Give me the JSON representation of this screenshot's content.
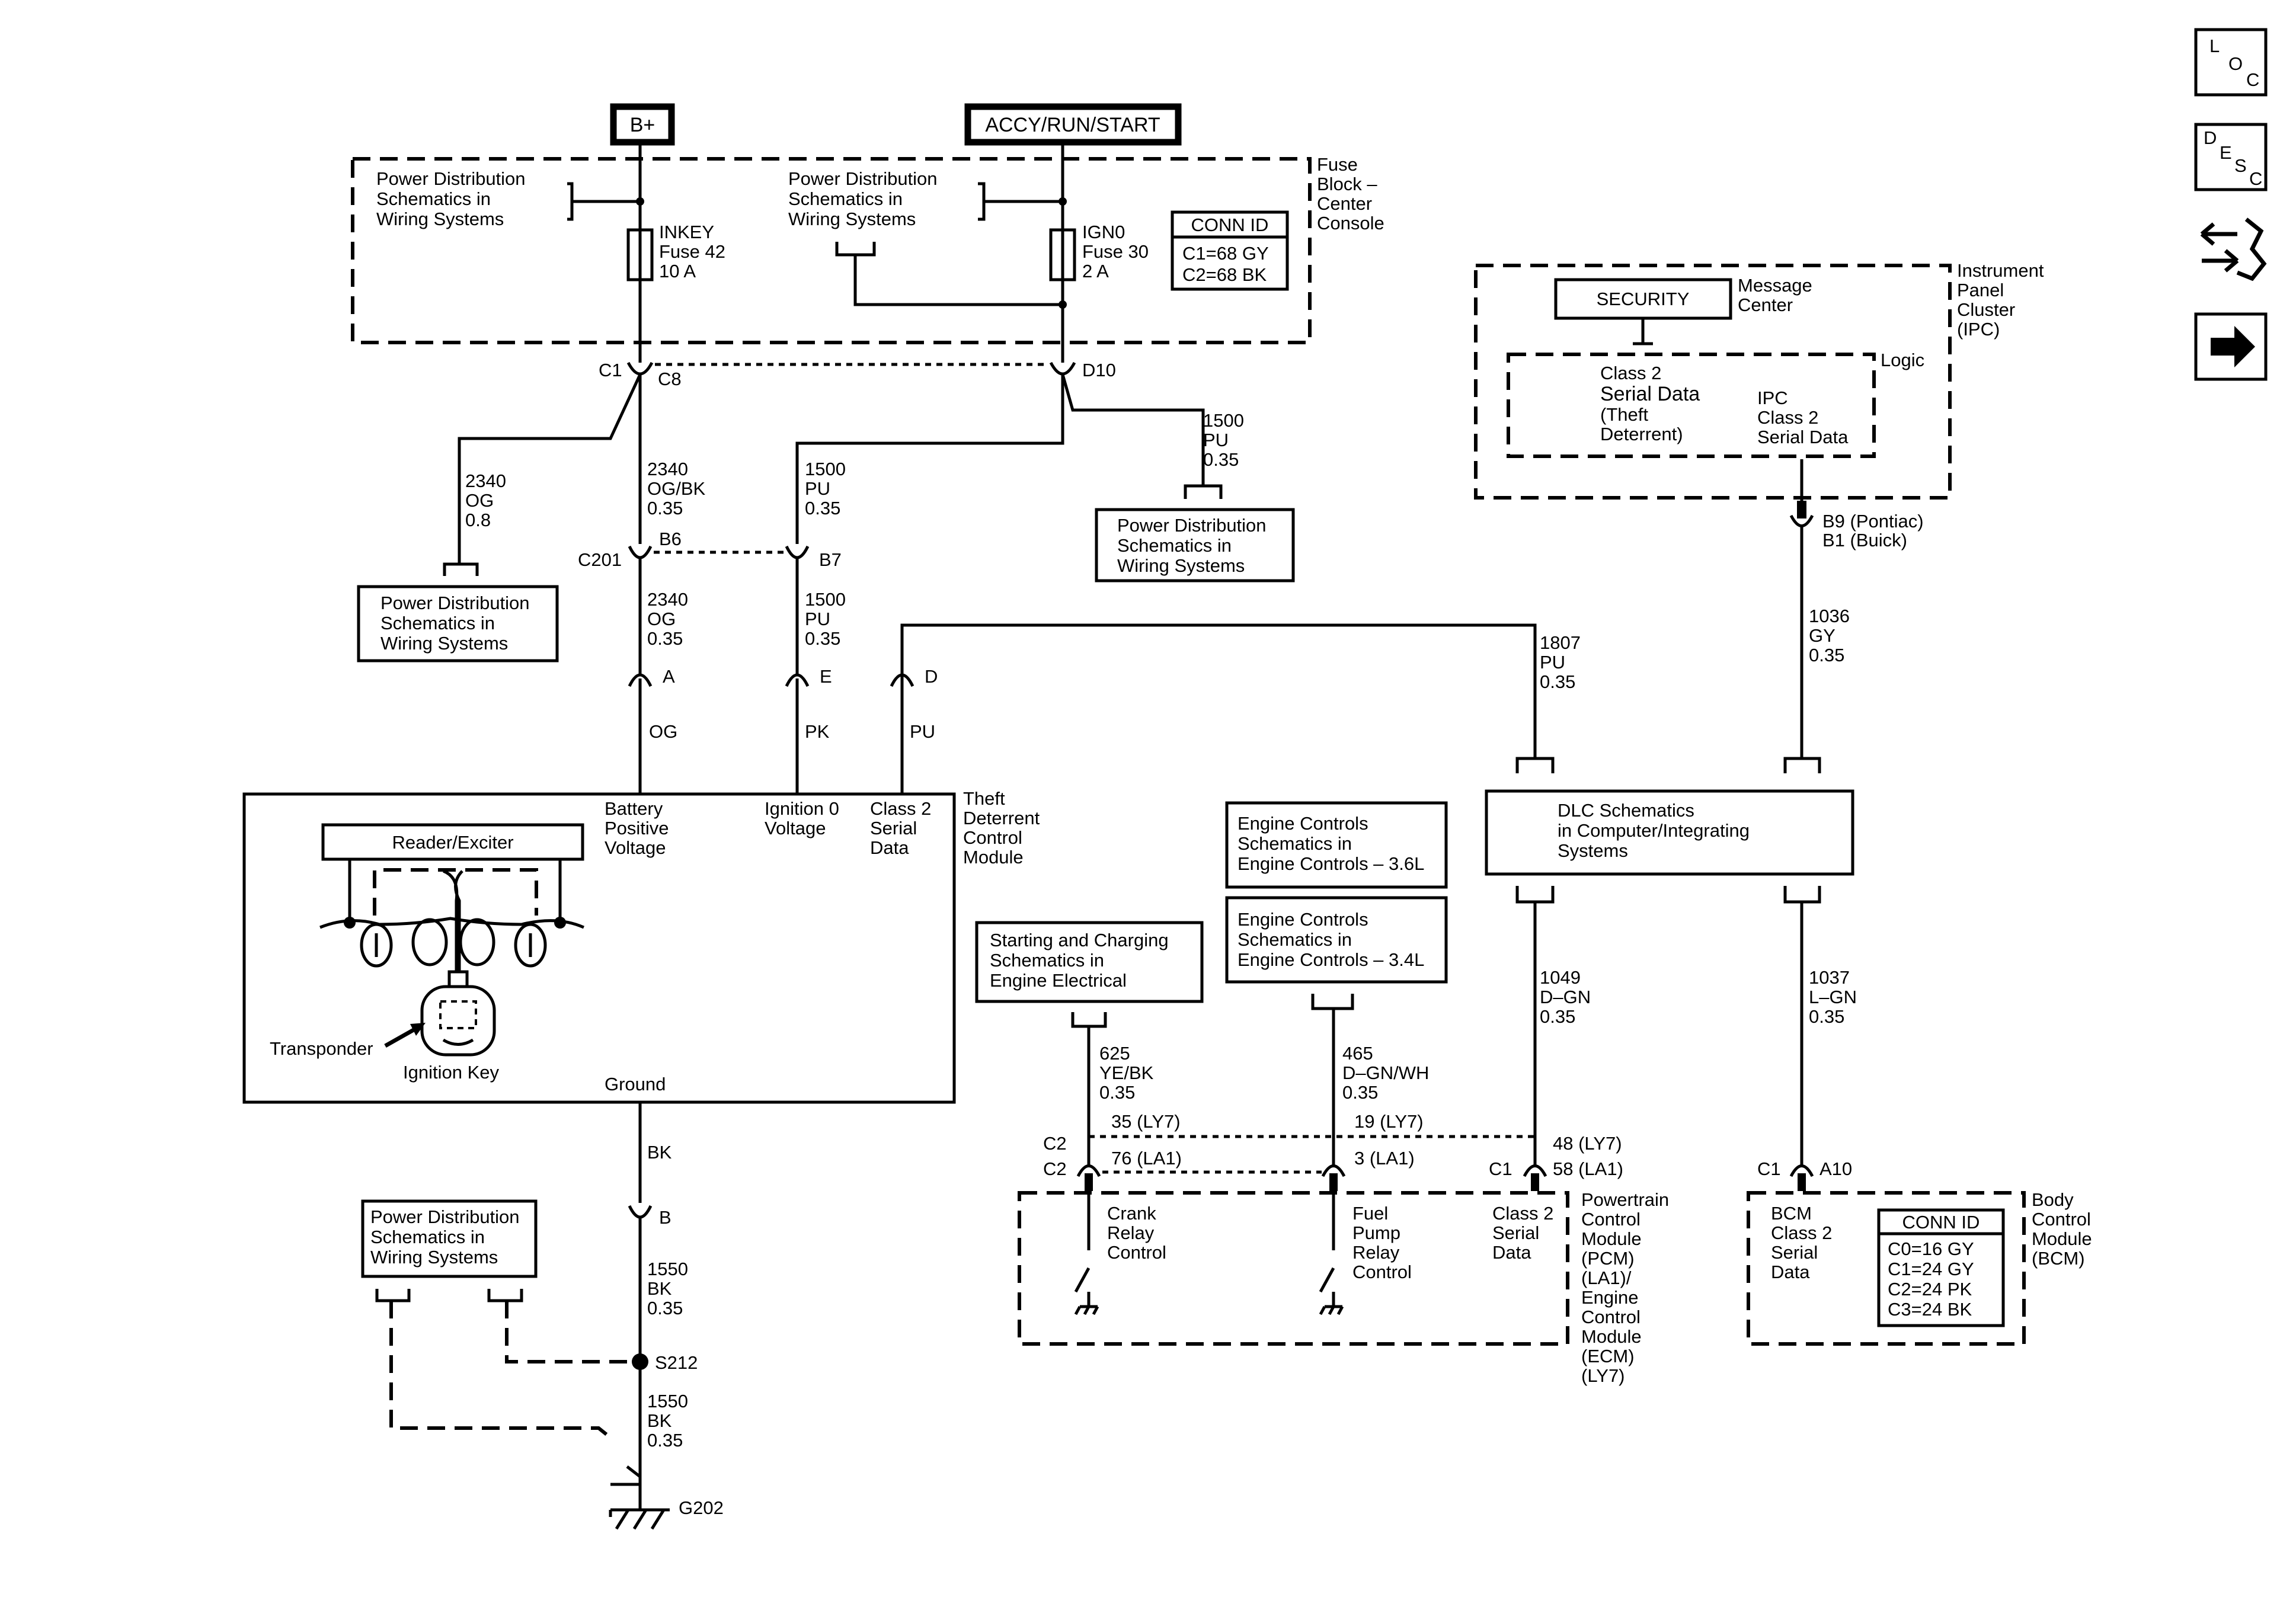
{
  "power": {
    "bplus": "B+",
    "accy": "ACCY/RUN/START"
  },
  "fuse_block": {
    "label": [
      "Fuse",
      "Block –",
      "Center",
      "Console"
    ],
    "pd_left": [
      "Power Distribution",
      "Schematics in",
      "Wiring  Systems"
    ],
    "pd_right": [
      "Power Distribution",
      "Schematics in",
      "Wiring  Systems"
    ],
    "fuse1": [
      "INKEY",
      "Fuse 42",
      "10 A"
    ],
    "fuse2": [
      "IGN0",
      "Fuse 30",
      "2 A"
    ],
    "conn_title": "CONN ID",
    "conn_rows": [
      "C1=68 GY",
      "C2=68 BK"
    ]
  },
  "pins": {
    "c1": "C1",
    "c8": "C8",
    "d10": "D10",
    "c201": "C201",
    "b6": "B6",
    "b7": "B7",
    "a": "A",
    "e": "E",
    "d": "D",
    "b": "B",
    "b9": "B9 (Pontiac)",
    "b1": "B1 (Buick)",
    "c1_ecm": "C1",
    "p48": "48 (LY7)",
    "p58": "58 (LA1)",
    "c1_bcm": "C1",
    "a10": "A10",
    "c2a": "C2",
    "c2b": "C2",
    "p35": "35 (LY7)",
    "p76": "76 (LA1)",
    "p19": "19 (LY7)",
    "p3": "3 (LA1)"
  },
  "wires": {
    "w2340og08": [
      "2340",
      "OG",
      "0.8"
    ],
    "w2340ogbk": [
      "2340",
      "OG/BK",
      "0.35"
    ],
    "w1500pu_a": [
      "1500",
      "PU",
      "0.35"
    ],
    "w1500pu_b": [
      "1500",
      "PU",
      "0.35"
    ],
    "w2340og035": [
      "2340",
      "OG",
      "0.35"
    ],
    "w1500pu_c": [
      "1500",
      "PU",
      "0.35"
    ],
    "og": "OG",
    "pk": "PK",
    "pu": "PU",
    "w1807": [
      "1807",
      "PU",
      "0.35"
    ],
    "w1036": [
      "1036",
      "GY",
      "0.35"
    ],
    "bk": "BK",
    "w1550a": [
      "1550",
      "BK",
      "0.35"
    ],
    "w1550b": [
      "1550",
      "BK",
      "0.35"
    ],
    "w625": [
      "625",
      "YE/BK",
      "0.35"
    ],
    "w465": [
      "465",
      "D–GN/WH",
      "0.35"
    ],
    "w1049": [
      "1049",
      "D–GN",
      "0.35"
    ],
    "w1037": [
      "1037",
      "L–GN",
      "0.35"
    ]
  },
  "boxes": {
    "pd_mid_left": [
      "Power Distribution",
      "Schematics in",
      "Wiring  Systems"
    ],
    "pd_mid_right": [
      "Power Distribution",
      "Schematics in",
      "Wiring  Systems"
    ],
    "pd_bottom": [
      "Power Distribution",
      "Schematics in",
      "Wiring  Systems"
    ],
    "eng36": [
      "Engine Controls",
      "Schematics in",
      "Engine Controls – 3.6L"
    ],
    "eng34": [
      "Engine Controls",
      "Schematics in",
      "Engine Controls – 3.4L"
    ],
    "starting": [
      "Starting and Charging",
      "Schematics in",
      "Engine Electrical"
    ],
    "dlc": [
      "DLC Schematics",
      "in Computer/Integrating",
      "Systems"
    ]
  },
  "tdm": {
    "label": [
      "Theft",
      "Deterrent",
      "Control",
      "Module"
    ],
    "batt": [
      "Battery",
      "Positive",
      "Voltage"
    ],
    "ign": [
      "Ignition 0",
      "Voltage"
    ],
    "class2": [
      "Class 2",
      "Serial",
      "Data"
    ],
    "reader": "Reader/Exciter",
    "transponder": "Transponder",
    "ignition_key": "Ignition Key",
    "ground": "Ground"
  },
  "ipc": {
    "label": [
      "Instrument",
      "Panel",
      "Cluster",
      "(IPC)"
    ],
    "security": "SECURITY",
    "message_center": [
      "Message",
      "Center"
    ],
    "logic": "Logic",
    "class2": [
      "Class 2",
      "Serial Data",
      "(Theft",
      "Deterrent)"
    ],
    "ipc_class2": [
      "IPC",
      "Class 2",
      "Serial Data"
    ]
  },
  "ground": {
    "splice": "S212",
    "gnd": "G202"
  },
  "pcm": {
    "label": [
      "Powertrain",
      "Control",
      "Module",
      "(PCM)",
      "(LA1)/",
      "Engine",
      "Control",
      "Module",
      "(ECM)",
      "(LY7)"
    ],
    "crank": [
      "Crank",
      "Relay",
      "Control"
    ],
    "fuel": [
      "Fuel",
      "Pump",
      "Relay",
      "Control"
    ],
    "class2": [
      "Class 2",
      "Serial",
      "Data"
    ]
  },
  "bcm": {
    "label": [
      "Body",
      "Control",
      "Module",
      "(BCM)"
    ],
    "class2": [
      "BCM",
      "Class 2",
      "Serial",
      "Data"
    ],
    "conn_title": "CONN ID",
    "conn_rows": [
      "C0=16 GY",
      "C1=24 GY",
      "C2=24 PK",
      "C3=24 BK"
    ]
  },
  "side_icons": {
    "loc": [
      "L",
      "O",
      "C"
    ],
    "desc": [
      "D",
      "E",
      "S",
      "C"
    ],
    "icons": [
      "loc-icon",
      "desc-icon",
      "connector-swap-icon",
      "next-arrow-icon"
    ]
  }
}
